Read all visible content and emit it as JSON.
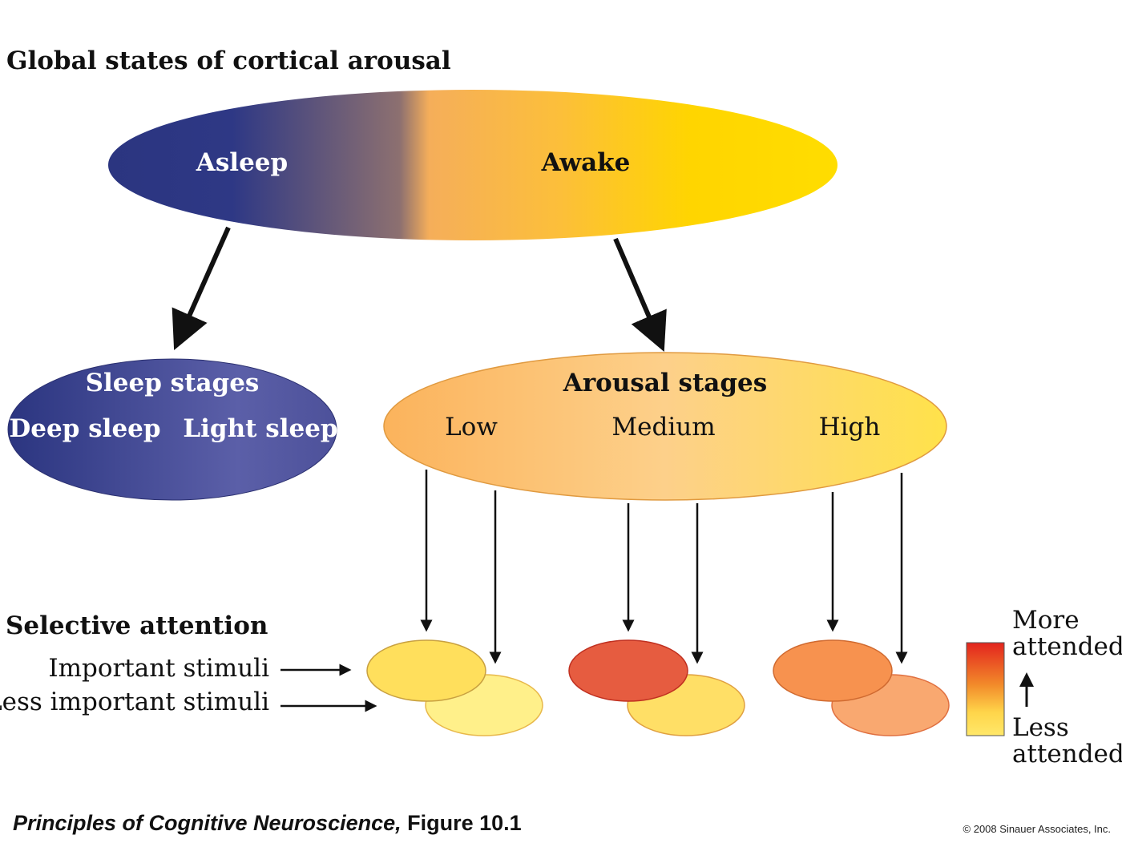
{
  "title": "Global states of cortical arousal",
  "global_states": {
    "asleep": "Asleep",
    "awake": "Awake"
  },
  "sleep_stages": {
    "title": "Sleep stages",
    "deep": "Deep sleep",
    "light": "Light sleep"
  },
  "arousal_stages": {
    "title": "Arousal stages",
    "low": "Low",
    "medium": "Medium",
    "high": "High"
  },
  "selective_attention": {
    "title": "Selective attention",
    "important": "Important stimuli",
    "less_important": "Less important stimuli"
  },
  "legend": {
    "more": "More",
    "more_attended": "attended",
    "less": "Less",
    "less_attended": "attended"
  },
  "footer": {
    "book_title": "Principles of Cognitive Neuroscience,",
    "figure": " Figure 10.1",
    "copyright": "© 2008 Sinauer Associates, Inc."
  },
  "colors": {
    "asleep_blue": "#2b3a82",
    "awake_yellow": "#ffd700",
    "low_important": "#ffdf5c",
    "low_less": "#fff08a",
    "medium_important": "#e65c40",
    "medium_less": "#ffdf66",
    "high_important": "#f7924f",
    "high_less": "#f9a870"
  }
}
